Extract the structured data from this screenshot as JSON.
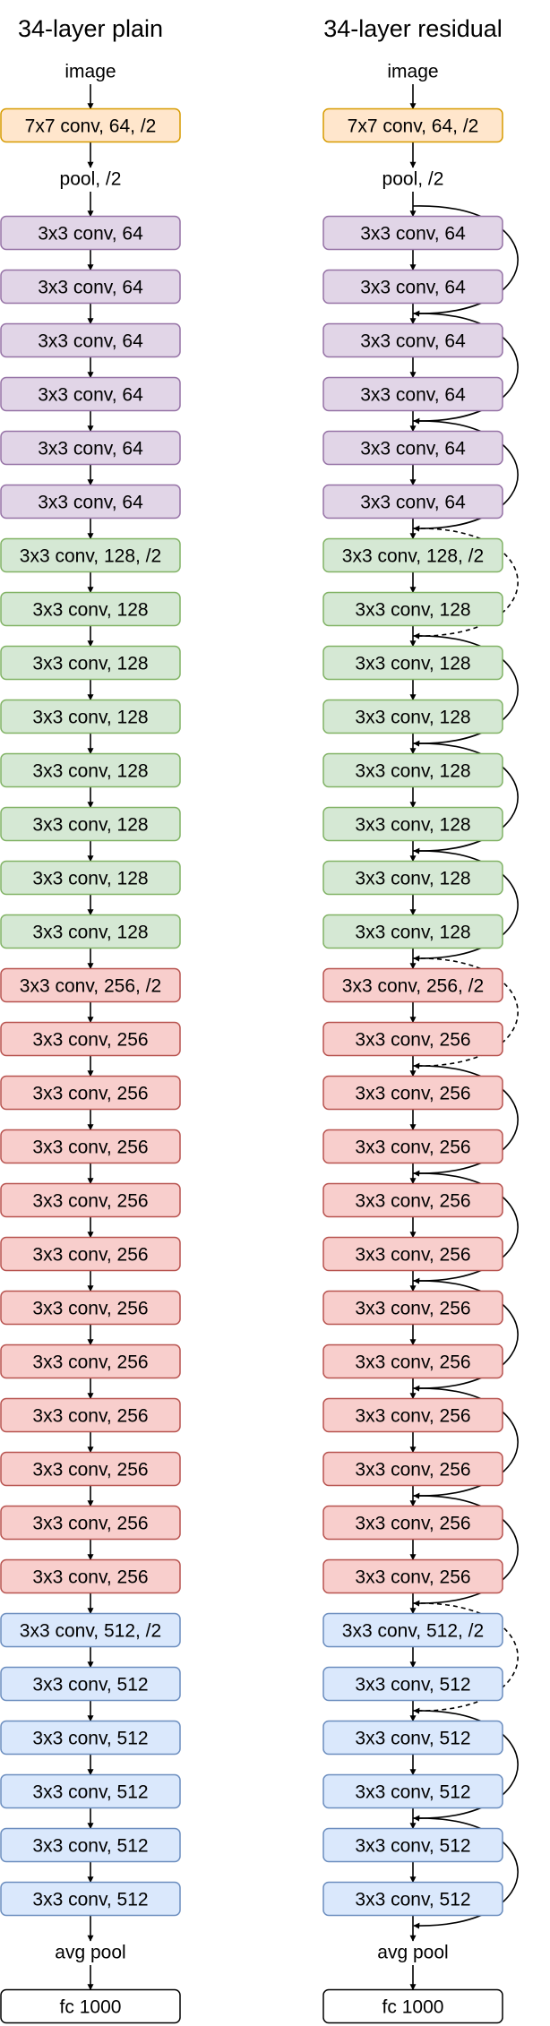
{
  "columns": [
    {
      "id": "plain",
      "title": "34-layer plain",
      "input_label": "image",
      "pool_label": "pool, /2",
      "avg_pool_label": "avg pool",
      "fc_label": "fc 1000",
      "stem_label": "7x7 conv, 64, /2"
    },
    {
      "id": "residual",
      "title": "34-layer residual",
      "input_label": "image",
      "pool_label": "pool, /2",
      "avg_pool_label": "avg pool",
      "fc_label": "fc 1000",
      "stem_label": "7x7 conv, 64, /2"
    }
  ],
  "conv_layers": [
    "3x3 conv, 64",
    "3x3 conv, 64",
    "3x3 conv, 64",
    "3x3 conv, 64",
    "3x3 conv, 64",
    "3x3 conv, 64",
    "3x3 conv, 128, /2",
    "3x3 conv, 128",
    "3x3 conv, 128",
    "3x3 conv, 128",
    "3x3 conv, 128",
    "3x3 conv, 128",
    "3x3 conv, 128",
    "3x3 conv, 128",
    "3x3 conv, 256, /2",
    "3x3 conv, 256",
    "3x3 conv, 256",
    "3x3 conv, 256",
    "3x3 conv, 256",
    "3x3 conv, 256",
    "3x3 conv, 256",
    "3x3 conv, 256",
    "3x3 conv, 256",
    "3x3 conv, 256",
    "3x3 conv, 256",
    "3x3 conv, 256",
    "3x3 conv, 512, /2",
    "3x3 conv, 512",
    "3x3 conv, 512",
    "3x3 conv, 512",
    "3x3 conv, 512",
    "3x3 conv, 512"
  ],
  "stage_of_layer": [
    0,
    0,
    0,
    0,
    0,
    0,
    1,
    1,
    1,
    1,
    1,
    1,
    1,
    1,
    2,
    2,
    2,
    2,
    2,
    2,
    2,
    2,
    2,
    2,
    2,
    2,
    3,
    3,
    3,
    3,
    3,
    3
  ],
  "colors": {
    "stem": {
      "fill": "#ffe6cc",
      "stroke": "#d79b00"
    },
    "stage": [
      {
        "fill": "#e1d5e7",
        "stroke": "#9673a6"
      },
      {
        "fill": "#d5e8d4",
        "stroke": "#82b366"
      },
      {
        "fill": "#f8cecc",
        "stroke": "#b85450"
      },
      {
        "fill": "#dae8fc",
        "stroke": "#6c8ebf"
      }
    ],
    "fc": {
      "fill": "#ffffff",
      "stroke": "#000000"
    },
    "line": "#000000",
    "text": "#000000"
  },
  "skip_connections": [
    {
      "from_layer": 0,
      "to_layer": 2,
      "style": "solid"
    },
    {
      "from_layer": 2,
      "to_layer": 4,
      "style": "solid"
    },
    {
      "from_layer": 4,
      "to_layer": 6,
      "style": "solid"
    },
    {
      "from_layer": 6,
      "to_layer": 8,
      "style": "dashed"
    },
    {
      "from_layer": 8,
      "to_layer": 10,
      "style": "solid"
    },
    {
      "from_layer": 10,
      "to_layer": 12,
      "style": "solid"
    },
    {
      "from_layer": 12,
      "to_layer": 14,
      "style": "solid"
    },
    {
      "from_layer": 14,
      "to_layer": 16,
      "style": "dashed"
    },
    {
      "from_layer": 16,
      "to_layer": 18,
      "style": "solid"
    },
    {
      "from_layer": 18,
      "to_layer": 20,
      "style": "solid"
    },
    {
      "from_layer": 20,
      "to_layer": 22,
      "style": "solid"
    },
    {
      "from_layer": 22,
      "to_layer": 24,
      "style": "solid"
    },
    {
      "from_layer": 24,
      "to_layer": 26,
      "style": "solid"
    },
    {
      "from_layer": 26,
      "to_layer": 28,
      "style": "dashed"
    },
    {
      "from_layer": 28,
      "to_layer": 30,
      "style": "solid"
    },
    {
      "from_layer": 30,
      "to_layer": 32,
      "style": "solid"
    }
  ]
}
